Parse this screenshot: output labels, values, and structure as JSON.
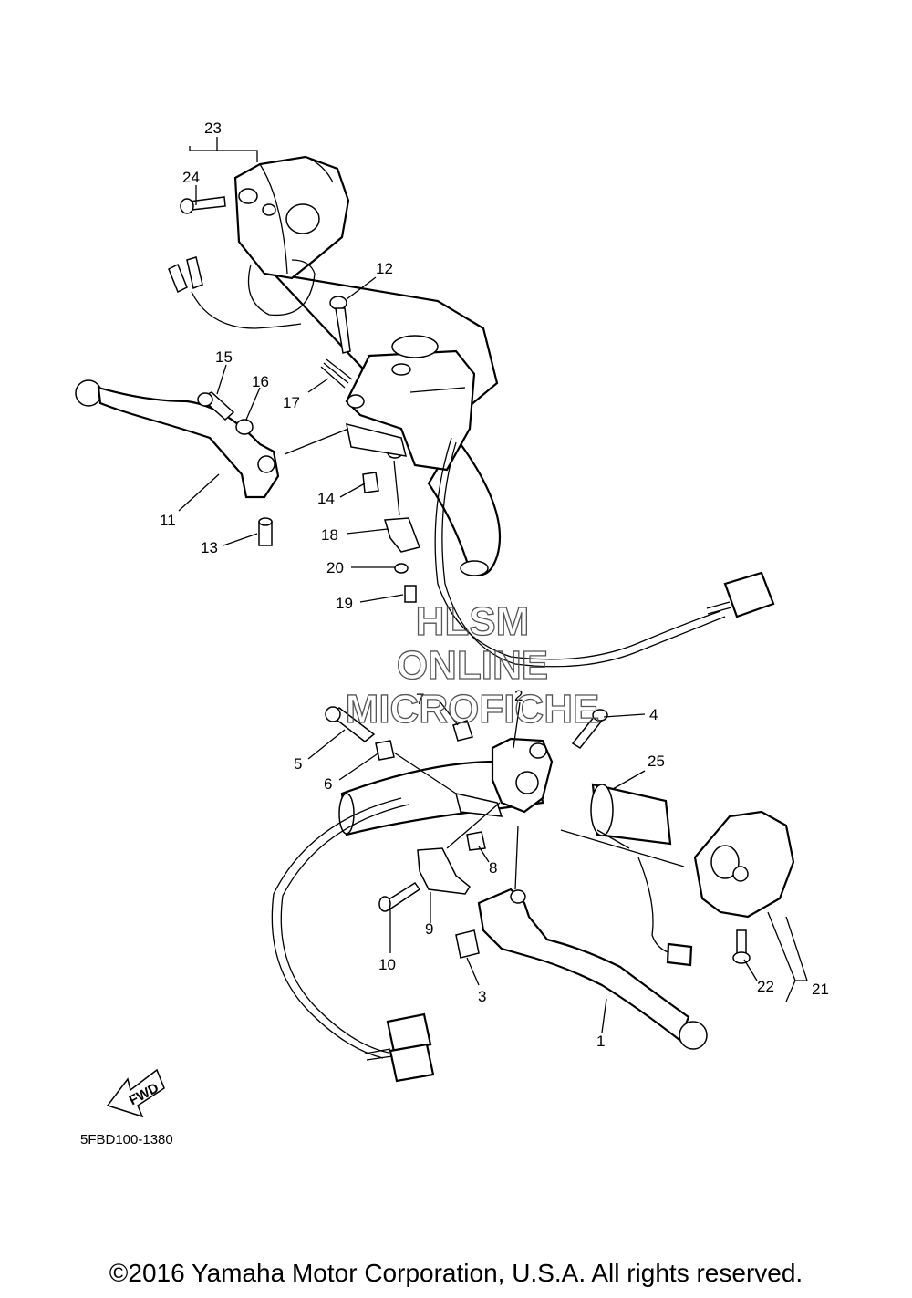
{
  "watermark": {
    "line1": "HLSM",
    "line2": "ONLINE",
    "line3": "MICROFICHE"
  },
  "fwd_label": "FWD",
  "diagram_code": "5FBD100-1380",
  "copyright": "©2016 Yamaha Motor Corporation, U.S.A. All rights reserved.",
  "callouts": [
    "1",
    "2",
    "3",
    "4",
    "5",
    "6",
    "7",
    "8",
    "9",
    "10",
    "11",
    "12",
    "13",
    "14",
    "15",
    "16",
    "17",
    "18",
    "19",
    "20",
    "21",
    "22",
    "23",
    "24",
    "25"
  ]
}
